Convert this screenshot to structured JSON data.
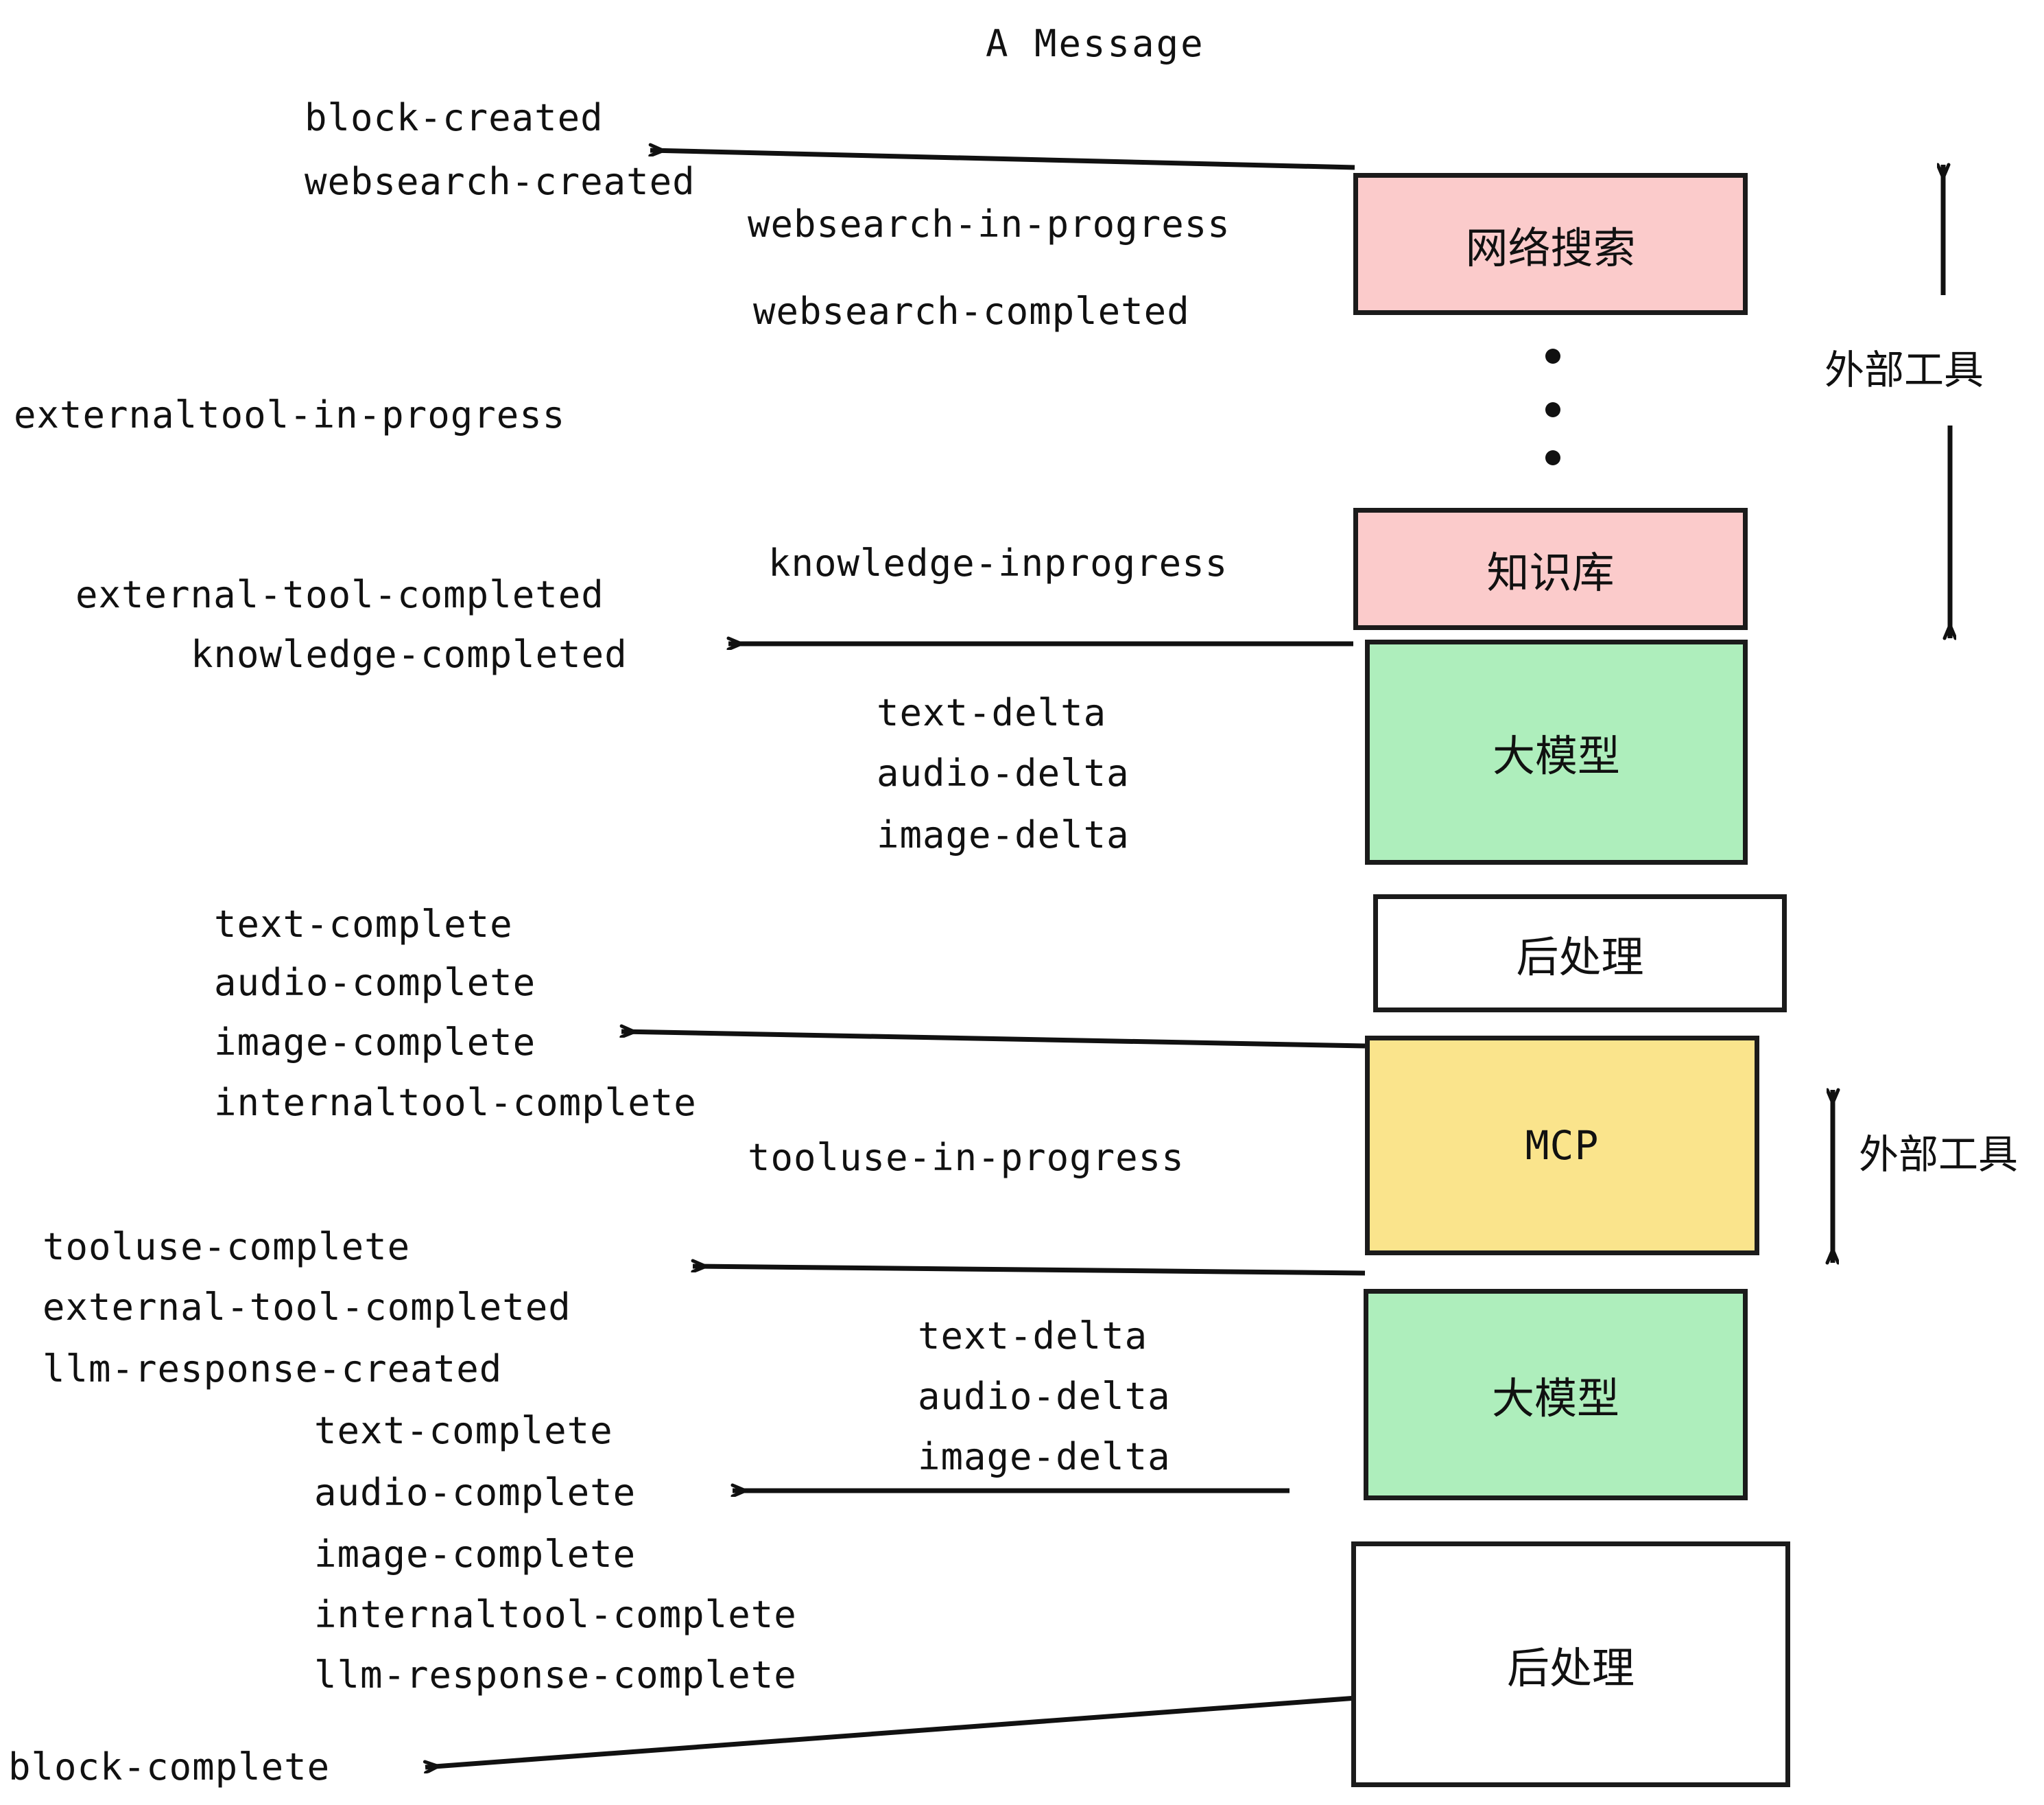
{
  "diagram": {
    "title": "A Message",
    "colors": {
      "pink": "#fbcbcb",
      "green": "#aeeebc",
      "yellow": "#fae48c",
      "white": "#ffffff",
      "stroke": "#1b1b1b",
      "text": "#111111"
    },
    "nodes": [
      {
        "id": "websearch",
        "label": "网络搜索",
        "fill": "#fbcbcb"
      },
      {
        "id": "knowledge",
        "label": "知识库",
        "fill": "#fbcbcb"
      },
      {
        "id": "llm-1",
        "label": "大模型",
        "fill": "#aeeebc"
      },
      {
        "id": "postproc-1",
        "label": "后处理",
        "fill": "#ffffff"
      },
      {
        "id": "mcp",
        "label": "MCP",
        "fill": "#fae48c"
      },
      {
        "id": "llm-2",
        "label": "大模型",
        "fill": "#aeeebc"
      },
      {
        "id": "postproc-2",
        "label": "后处理",
        "fill": "#ffffff"
      }
    ],
    "side_labels": [
      {
        "id": "external-tools-top",
        "label": "外部工具"
      },
      {
        "id": "external-tools-bottom",
        "label": "外部工具"
      }
    ],
    "events": [
      {
        "id": "block-created",
        "label": "block-created"
      },
      {
        "id": "websearch-created",
        "label": "websearch-created"
      },
      {
        "id": "websearch-in-progress",
        "label": "websearch-in-progress"
      },
      {
        "id": "websearch-completed",
        "label": "websearch-completed"
      },
      {
        "id": "externaltool-in-progress",
        "label": "externaltool-in-progress"
      },
      {
        "id": "knowledge-inprogress",
        "label": "knowledge-inprogress"
      },
      {
        "id": "external-tool-completed-1",
        "label": "external-tool-completed"
      },
      {
        "id": "knowledge-completed",
        "label": "knowledge-completed"
      },
      {
        "id": "text-delta-1",
        "label": "text-delta"
      },
      {
        "id": "audio-delta-1",
        "label": "audio-delta"
      },
      {
        "id": "image-delta-1",
        "label": "image-delta"
      },
      {
        "id": "text-complete-1",
        "label": "text-complete"
      },
      {
        "id": "audio-complete-1",
        "label": "audio-complete"
      },
      {
        "id": "image-complete-1",
        "label": "image-complete"
      },
      {
        "id": "internaltool-complete-1",
        "label": "internaltool-complete"
      },
      {
        "id": "tooluse-in-progress",
        "label": "tooluse-in-progress"
      },
      {
        "id": "tooluse-complete",
        "label": "tooluse-complete"
      },
      {
        "id": "external-tool-completed-2",
        "label": "external-tool-completed"
      },
      {
        "id": "llm-response-created",
        "label": "llm-response-created"
      },
      {
        "id": "text-complete-2",
        "label": "text-complete"
      },
      {
        "id": "audio-complete-2",
        "label": "audio-complete"
      },
      {
        "id": "image-complete-2",
        "label": "image-complete"
      },
      {
        "id": "internaltool-complete-2",
        "label": "internaltool-complete"
      },
      {
        "id": "llm-response-complete",
        "label": "llm-response-complete"
      },
      {
        "id": "text-delta-2",
        "label": "text-delta"
      },
      {
        "id": "audio-delta-2",
        "label": "audio-delta"
      },
      {
        "id": "image-delta-2",
        "label": "image-delta"
      },
      {
        "id": "block-complete",
        "label": "block-complete"
      }
    ]
  }
}
